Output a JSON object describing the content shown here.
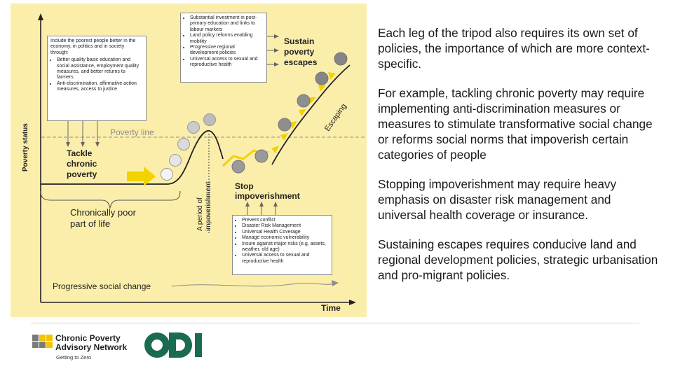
{
  "diagram": {
    "axis_y_label": "Poverty status",
    "axis_x_label": "Time",
    "poverty_line_label": "Poverty line",
    "tackle_label_1": "Tackle",
    "tackle_label_2": "chronic",
    "tackle_label_3": "poverty",
    "chronic_label_1": "Chronically poor",
    "chronic_label_2": "part of life",
    "period_label_1": "A period of",
    "period_label_2": "impoverishment",
    "stop_label_1": "Stop",
    "stop_label_2": "impoverishment",
    "sustain_label_1": "Sustain",
    "sustain_label_2": "poverty",
    "sustain_label_3": "escapes",
    "escaping_label": "Escaping",
    "social_change_label": "Progressive social change",
    "box_tackle": {
      "intro": "Include the poorest people better in the economy, in politics and in society through:",
      "items": [
        "Better quality basic education and social assistance, employment quality measures, and better returns to farmers",
        "Anti-discrimination, affirmative action measures, access to justice"
      ]
    },
    "box_sustain": {
      "items": [
        "Substantial investment in post-primary education and links to labour markets",
        "Land policy reforms enabling mobility",
        "Progressive regional development policies",
        "Universal access to sexual and reproductive health"
      ]
    },
    "box_stop": {
      "items": [
        "Prevent conflict",
        "Disaster Risk Management",
        "Universal Health Coverage",
        "Manage economic vulnerability",
        "Insure against major risks (e.g. assets, weather, old age)",
        "Universal access to sexual and reproductive health"
      ]
    },
    "colors": {
      "background": "#fbeeab",
      "arrow_yellow": "#f2d200",
      "circle_grey": "#8e8e8e",
      "circle_light": "#e2e2e2"
    }
  },
  "text": {
    "p1": "Each leg of the tripod also requires its own set of policies, the importance of which are more context-specific.",
    "p2": "For example, tackling chronic poverty may require implementing anti-discrimination measures or measures to stimulate transformative social change or reforms social norms that impoverish certain categories of people",
    "p3": "Stopping impoverishment may require heavy emphasis on disaster risk management and universal health coverage or insurance.",
    "p4": "Sustaining escapes requires conducive land and regional development policies, strategic urbanisation and pro-migrant policies."
  },
  "footer": {
    "cpan_line1": "Chronic Poverty",
    "cpan_line2": "Advisory Network",
    "cpan_tagline": "Getting to Zero",
    "odi_logo": "odi-logo"
  }
}
